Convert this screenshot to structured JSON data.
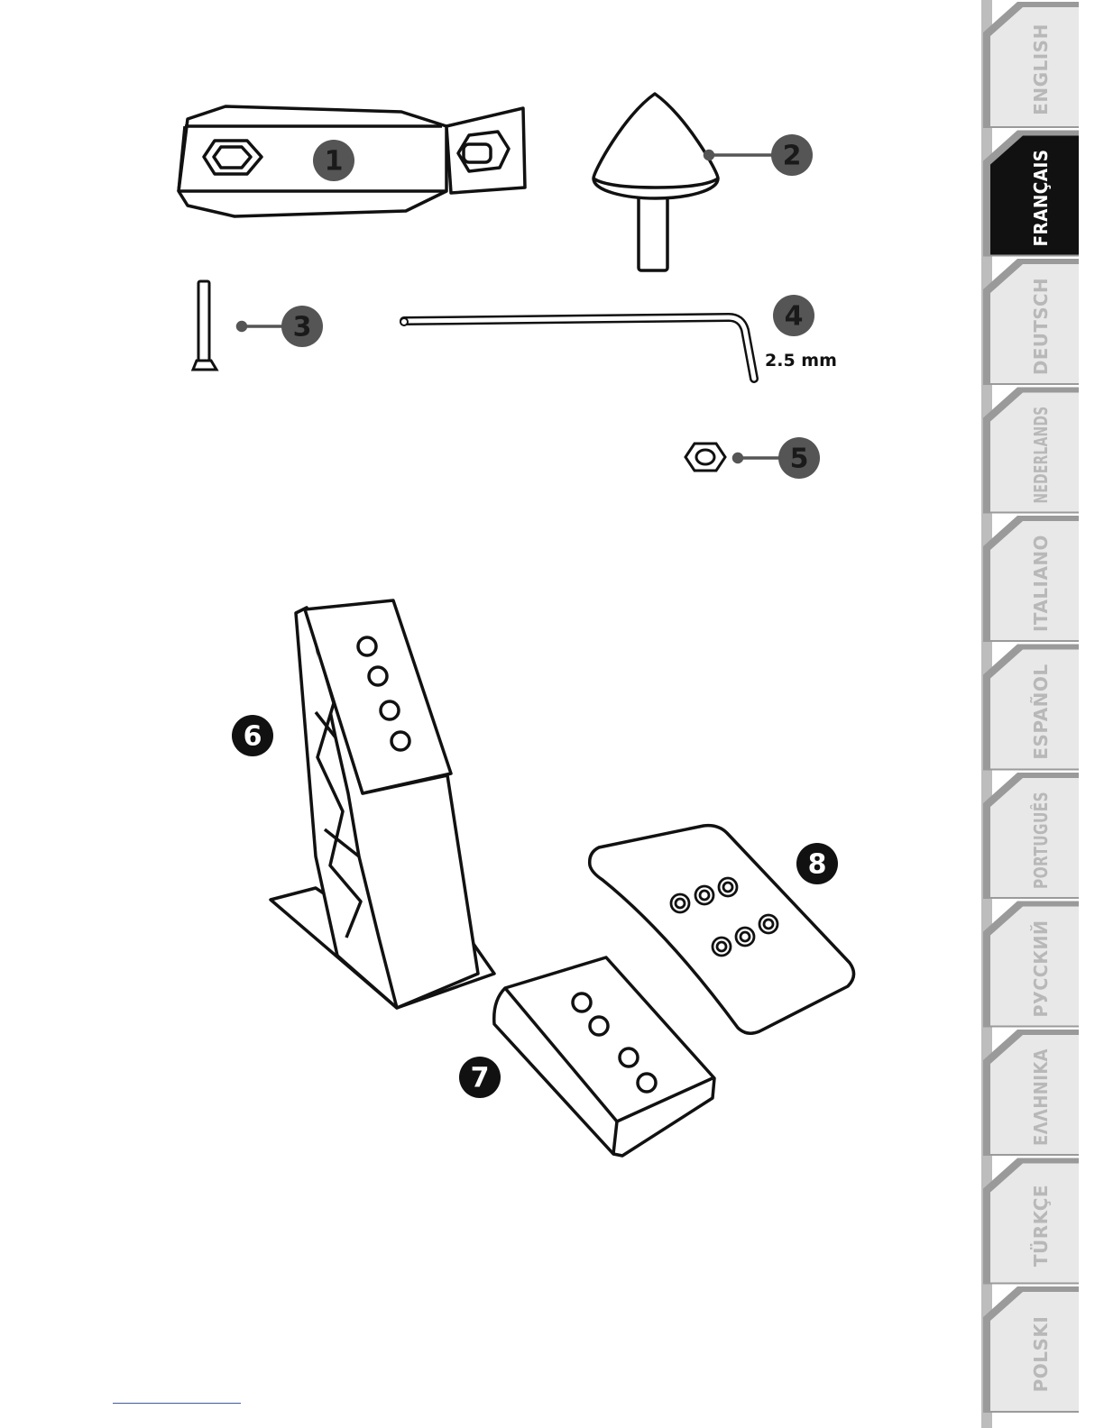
{
  "parts": [
    {
      "number": "1",
      "name": "clamp-bracket"
    },
    {
      "number": "2",
      "name": "cone-stop"
    },
    {
      "number": "3",
      "name": "screw"
    },
    {
      "number": "4",
      "name": "allen-key",
      "size_label": "2.5 mm"
    },
    {
      "number": "5",
      "name": "hex-nut"
    },
    {
      "number": "6",
      "name": "pedal-arm"
    },
    {
      "number": "7",
      "name": "small-pedal-plate"
    },
    {
      "number": "8",
      "name": "large-pedal-plate"
    }
  ],
  "language_tabs": [
    {
      "label": "ENGLISH",
      "active": false
    },
    {
      "label": "FRANÇAIS",
      "active": true
    },
    {
      "label": "DEUTSCH",
      "active": false
    },
    {
      "label": "NEDERLANDS",
      "active": false
    },
    {
      "label": "ITALIANO",
      "active": false
    },
    {
      "label": "ESPAÑOL",
      "active": false
    },
    {
      "label": "PORTUGUÊS",
      "active": false
    },
    {
      "label": "РУССКИЙ",
      "active": false
    },
    {
      "label": "ΕΛΛΗΝΙΚΑ",
      "active": false
    },
    {
      "label": "TÜRKÇE",
      "active": false
    },
    {
      "label": "POLSKI",
      "active": false
    }
  ],
  "colors": {
    "line": "#111111",
    "callout_grey": "#555555",
    "callout_black": "#111111",
    "tab_inactive": "#e8e8e8",
    "tab_inactive_text": "#b8b8b8",
    "tab_active": "#111111",
    "tab_active_text": "#ffffff",
    "tab_shadow": "#9a9a9a",
    "footer_rule": "#2a5bd7"
  }
}
